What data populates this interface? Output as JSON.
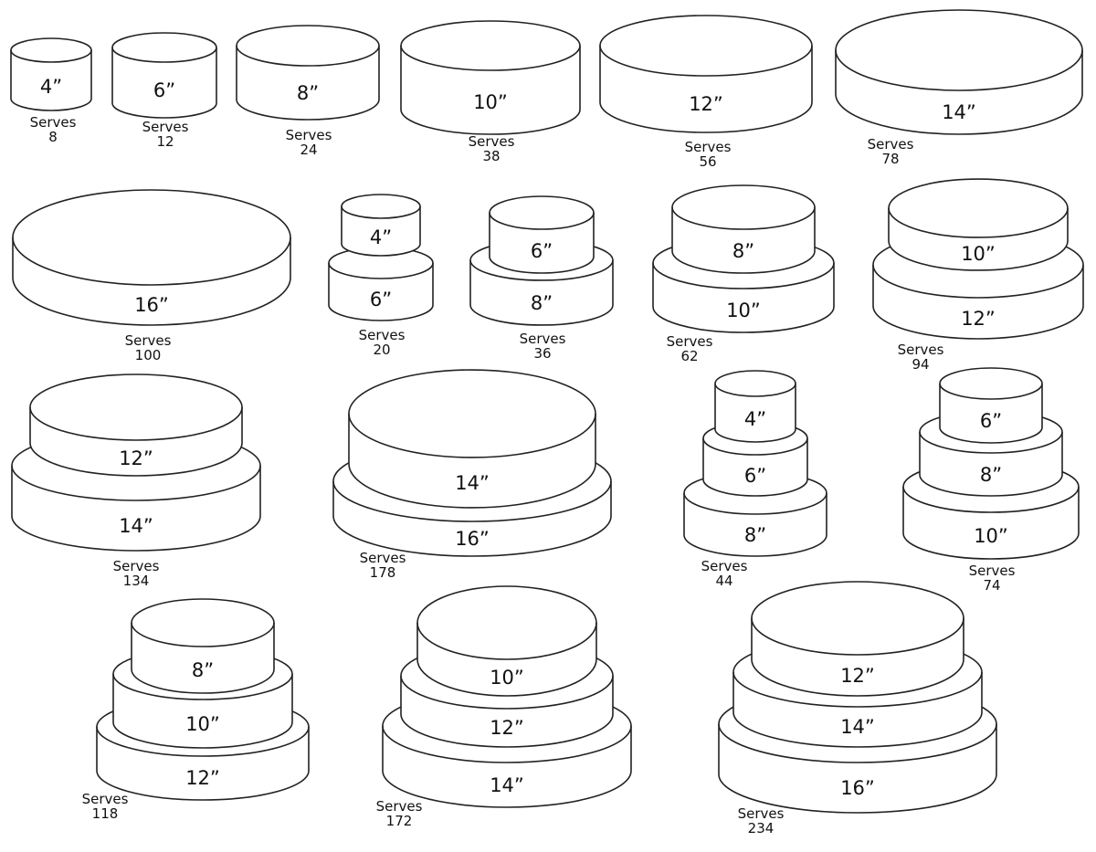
{
  "serves_word": "Serves",
  "colors": {
    "stroke": "#222222",
    "fill": "#ffffff",
    "text": "#111111"
  },
  "cakes": [
    {
      "tiers": [
        "4”"
      ],
      "serves": "8"
    },
    {
      "tiers": [
        "6”"
      ],
      "serves": "12"
    },
    {
      "tiers": [
        "8”"
      ],
      "serves": "24"
    },
    {
      "tiers": [
        "10”"
      ],
      "serves": "38"
    },
    {
      "tiers": [
        "12”"
      ],
      "serves": "56"
    },
    {
      "tiers": [
        "14”"
      ],
      "serves": "78"
    },
    {
      "tiers": [
        "16”"
      ],
      "serves": "100"
    },
    {
      "tiers": [
        "4”",
        "6”"
      ],
      "serves": "20"
    },
    {
      "tiers": [
        "6”",
        "8”"
      ],
      "serves": "36"
    },
    {
      "tiers": [
        "8”",
        "10”"
      ],
      "serves": "62"
    },
    {
      "tiers": [
        "10”",
        "12”"
      ],
      "serves": "94"
    },
    {
      "tiers": [
        "12”",
        "14”"
      ],
      "serves": "134"
    },
    {
      "tiers": [
        "14”",
        "16”"
      ],
      "serves": "178"
    },
    {
      "tiers": [
        "4”",
        "6”",
        "8”"
      ],
      "serves": "44"
    },
    {
      "tiers": [
        "6”",
        "8”",
        "10”"
      ],
      "serves": "74"
    },
    {
      "tiers": [
        "8”",
        "10”",
        "12”"
      ],
      "serves": "118"
    },
    {
      "tiers": [
        "10”",
        "12”",
        "14”"
      ],
      "serves": "172"
    },
    {
      "tiers": [
        "12”",
        "14”",
        "16”"
      ],
      "serves": "234"
    }
  ]
}
